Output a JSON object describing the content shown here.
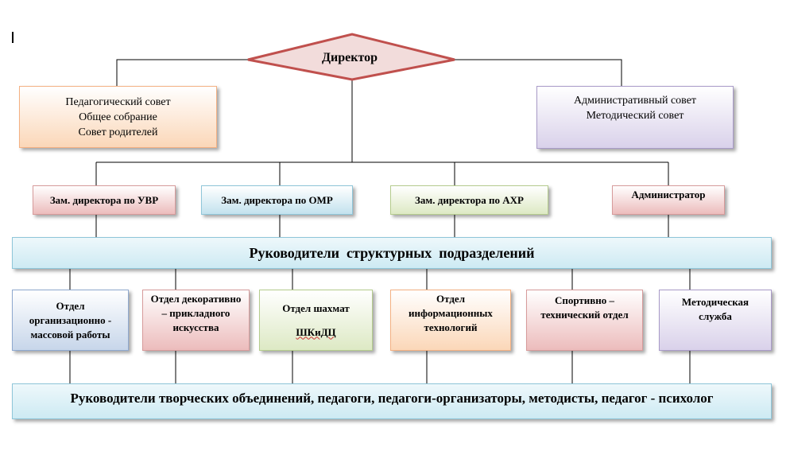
{
  "director": "Директор",
  "left_council": [
    "Педагогический совет",
    "Общее собрание",
    "Совет родителей"
  ],
  "right_council": [
    "Административный совет",
    "Методический совет"
  ],
  "deputies": [
    "Зам. директора по УВР",
    "Зам. директора по ОМР",
    "Зам. директора по АХР",
    "Администратор"
  ],
  "structural_heads": "Руководители  структурных  подразделений",
  "departments": [
    [
      "Отдел",
      "организационно -",
      "массовой работы"
    ],
    [
      "Отдел декоративно",
      "– прикладного",
      "искусства"
    ],
    [
      "Отдел шахмат",
      "",
      "ШКиДЦ"
    ],
    [
      "Отдел",
      "информационных",
      "технологий"
    ],
    [
      "Спортивно –",
      "технический отдел"
    ],
    [
      "Методическая",
      "служба"
    ]
  ],
  "bottom_staff": "Руководители творческих объединений, педагоги, педагоги-организаторы, методисты, педагог - психолог",
  "colors": {
    "diamond_fill": "#f2dcdb",
    "diamond_stroke": "#c0504d",
    "connector": "#000000"
  }
}
